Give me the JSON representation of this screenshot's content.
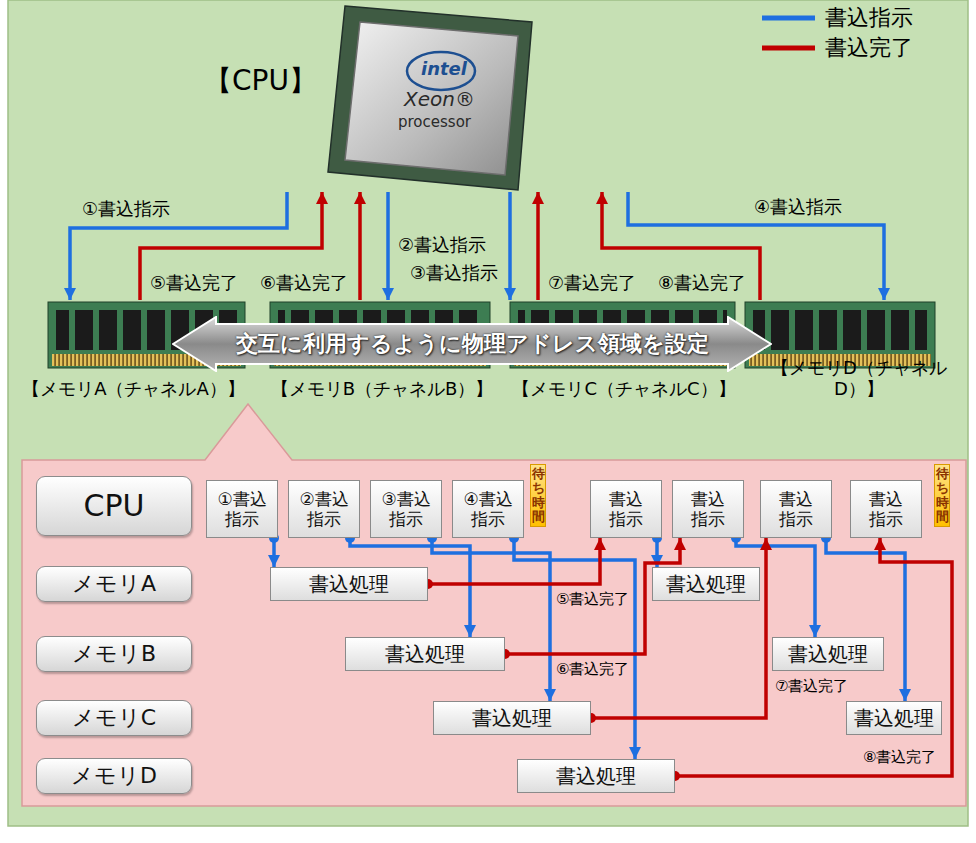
{
  "diagram": {
    "nodes": [
      {
        "text": [
          "【CPU】"
        ]
      },
      {
        "text": [
          "【メモリA（チャネルA）】"
        ]
      },
      {
        "text": [
          "【メモリB（チャネルB）】"
        ]
      },
      {
        "text": [
          "【メモリC（チャネルC）】"
        ]
      },
      {
        "text": [
          "【メモリD（チャネルD）】"
        ]
      },
      {
        "text": [
          "交互に利用するように物理アドレス領域を設定"
        ]
      },
      {
        "text": [
          "CPU"
        ]
      },
      {
        "text": [
          "メモリA"
        ]
      },
      {
        "text": [
          "メモリB"
        ]
      },
      {
        "text": [
          "メモリC"
        ]
      },
      {
        "text": [
          "メモリD"
        ]
      },
      {
        "text": [
          "①書込指示"
        ]
      },
      {
        "text": [
          "②書込指示"
        ]
      },
      {
        "text": [
          "③書込指示"
        ]
      },
      {
        "text": [
          "④書込指示"
        ]
      },
      {
        "text": [
          "待ち時間"
        ]
      },
      {
        "text": [
          "書込指示"
        ]
      },
      {
        "text": [
          "書込指示"
        ]
      },
      {
        "text": [
          "書込指示"
        ]
      },
      {
        "text": [
          "書込指示"
        ]
      },
      {
        "text": [
          "待ち時間"
        ]
      },
      {
        "text": [
          "書込処理"
        ]
      },
      {
        "text": [
          "書込処理"
        ]
      },
      {
        "text": [
          "書込処理"
        ]
      },
      {
        "text": [
          "書込処理"
        ]
      },
      {
        "text": [
          "書込処理"
        ]
      },
      {
        "text": [
          "書込処理"
        ]
      },
      {
        "text": [
          "書込処理"
        ]
      }
    ],
    "edges": [
      {
        "from": 0,
        "to": 1,
        "label": "①書込指示",
        "arrow": "to"
      },
      {
        "from": 0,
        "to": 2,
        "label": "②書込指示",
        "arrow": "to"
      },
      {
        "from": 0,
        "to": 3,
        "label": "③書込指示",
        "arrow": "to"
      },
      {
        "from": 0,
        "to": 4,
        "label": "④書込指示",
        "arrow": "to"
      },
      {
        "from": 1,
        "to": 0,
        "label": "⑤書込完了",
        "arrow": "to"
      },
      {
        "from": 2,
        "to": 0,
        "label": "⑥書込完了",
        "arrow": "to"
      },
      {
        "from": 3,
        "to": 0,
        "label": "⑦書込完了",
        "arrow": "to"
      },
      {
        "from": 4,
        "to": 0,
        "label": "⑧書込完了",
        "arrow": "to"
      },
      {
        "from": 11,
        "to": 21,
        "arrow": "to"
      },
      {
        "from": 12,
        "to": 23,
        "arrow": "to"
      },
      {
        "from": 13,
        "to": 25,
        "arrow": "to"
      },
      {
        "from": 14,
        "to": 27,
        "arrow": "to"
      },
      {
        "from": 16,
        "to": 22,
        "arrow": "to"
      },
      {
        "from": 17,
        "to": 24,
        "arrow": "to"
      },
      {
        "from": 18,
        "to": 26,
        "arrow": "to"
      },
      {
        "from": 21,
        "to": 16,
        "label": "⑤書込完了",
        "arrow": "to"
      },
      {
        "from": 23,
        "to": 17,
        "label": "⑥書込完了",
        "arrow": "to"
      },
      {
        "from": 25,
        "to": 18,
        "label": "⑦書込完了",
        "arrow": "to"
      },
      {
        "from": 27,
        "to": 19,
        "label": "⑧書込完了",
        "arrow": "to"
      }
    ],
    "labels": [
      "intel",
      "Xeon®",
      "processor"
    ],
    "legend": [
      {
        "text": "書込指示"
      },
      {
        "text": "書込完了"
      }
    ]
  }
}
